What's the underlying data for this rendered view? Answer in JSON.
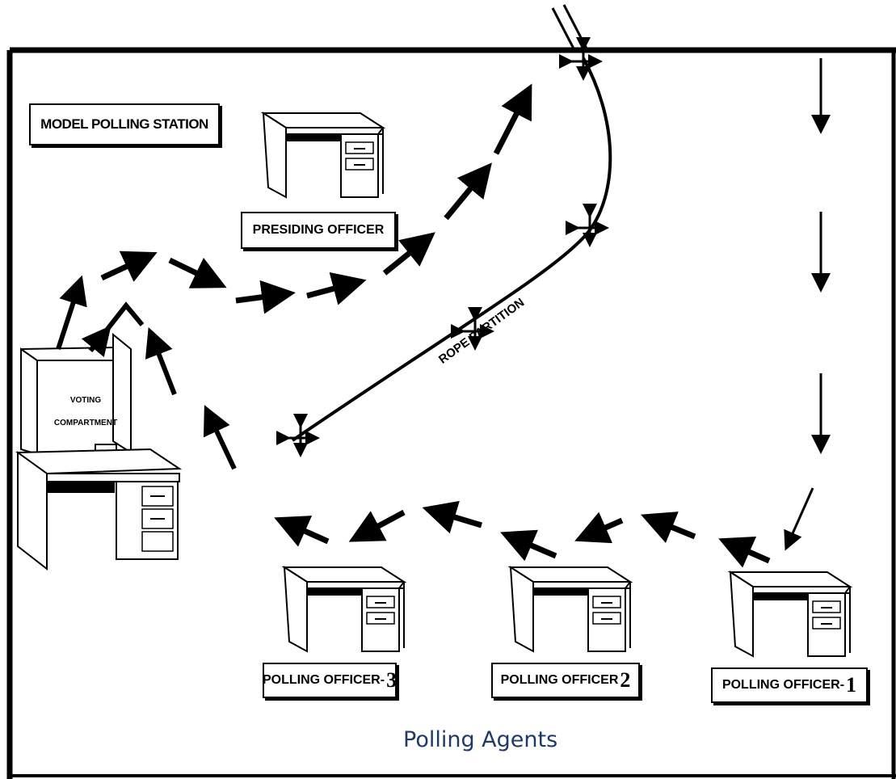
{
  "title": "MODEL POLLING STATION",
  "presiding_officer": "PRESIDING OFFICER",
  "voting_compartment": [
    "VOTING",
    "COMPARTMENT"
  ],
  "rope_partition": "ROPE PARTITION",
  "polling_officers": [
    {
      "label": "POLLING OFFICER-",
      "number": "3"
    },
    {
      "label": "POLLING OFFICER",
      "number": "2"
    },
    {
      "label": "POLLING OFFICER-",
      "number": "1"
    }
  ],
  "polling_agents": "Polling Agents",
  "icons": [
    "desk-icon",
    "voting-compartment-icon",
    "arrow-icon",
    "entry-exit-cross-icon"
  ],
  "colors": {
    "line": "#000000",
    "agents_text": "#1f3a66"
  }
}
